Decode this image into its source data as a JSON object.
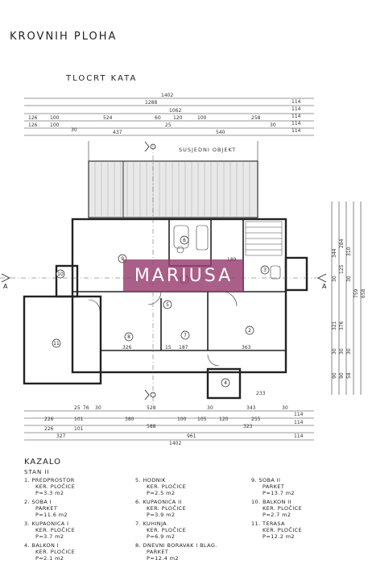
{
  "titles": {
    "roof_plan": "KROVNIH PLOHA",
    "floor_plan": "TLOCRT KATA",
    "neighbor": "SUSJEDNI OBJEKT"
  },
  "watermark": "MARIUSA",
  "section": {
    "marker": "A"
  },
  "top_dims": {
    "r1": [
      "1402",
      "114"
    ],
    "r2": [
      "1288",
      "114"
    ],
    "r3": [
      "1062",
      "114"
    ],
    "r4": [
      "126",
      "100",
      "524",
      "60",
      "120",
      "100",
      "258",
      "114"
    ],
    "r5": [
      "126",
      "100",
      "437",
      "25",
      "540",
      "30",
      "114"
    ],
    "r6": [
      "30"
    ]
  },
  "bottom_dims": {
    "r1": [
      "25",
      "76",
      "30",
      "528",
      "30",
      "343",
      "30"
    ],
    "r2": [
      "226",
      "101",
      "380",
      "100",
      "105",
      "120",
      "255",
      "114"
    ],
    "r3": [
      "226",
      "101",
      "588",
      "323",
      "114"
    ],
    "r4": [
      "327",
      "961",
      "114"
    ],
    "r5": [
      "1402"
    ]
  },
  "right_dims": [
    "344",
    "284",
    "30",
    "125",
    "30",
    "310",
    "321",
    "376",
    "30",
    "30",
    "658",
    "759",
    "30",
    "90",
    "90",
    "58"
  ],
  "room_dims": {
    "w8": "326",
    "w15": "15",
    "w7": "187",
    "w2": "363",
    "bal": "233",
    "r189": "189"
  },
  "room_numbers": [
    "1",
    "2",
    "3",
    "4",
    "5",
    "6",
    "7",
    "8",
    "9",
    "10",
    "11"
  ],
  "legend": {
    "title": "KAZALO",
    "unit": "STAN II",
    "col1": [
      {
        "head": "1. PREDPROSTOR",
        "lines": [
          "KER. PLOČICE",
          "P=3.3 m2"
        ]
      },
      {
        "head": "2. SOBA I",
        "lines": [
          "PARKET",
          "P=11.6 m2"
        ]
      },
      {
        "head": "3. KUPAONICA I",
        "lines": [
          "KER. PLOČICE",
          "P=3.7 m2"
        ]
      },
      {
        "head": "4. BALKON I",
        "lines": [
          "KER. PLOČICE",
          "P=2.1 m2"
        ]
      }
    ],
    "col2": [
      {
        "head": "5. HODNIK",
        "lines": [
          "KER. PLOČICE",
          "P=2.5 m2"
        ]
      },
      {
        "head": "6. KUPAONICA II",
        "lines": [
          "KER. PLOČICE",
          "P=3.9 m2"
        ]
      },
      {
        "head": "7. KUHINJA",
        "lines": [
          "KER. PLOČICE",
          "P=6.9 m2"
        ]
      },
      {
        "head": "8. DNEVNI BORAVAK I BLAG.",
        "lines": [
          "PARKET",
          "P=12.4 m2"
        ]
      }
    ],
    "col3": [
      {
        "head": "9. SOBA II",
        "lines": [
          "PARKET",
          "P=13.7 m2"
        ]
      },
      {
        "head": "10. BALKON II",
        "lines": [
          "KER. PLOČICE",
          "P=2.7 m2"
        ]
      },
      {
        "head": "11. TERASA",
        "lines": [
          "KER. PLOČICE",
          "P=12.2 m2"
        ]
      }
    ]
  }
}
